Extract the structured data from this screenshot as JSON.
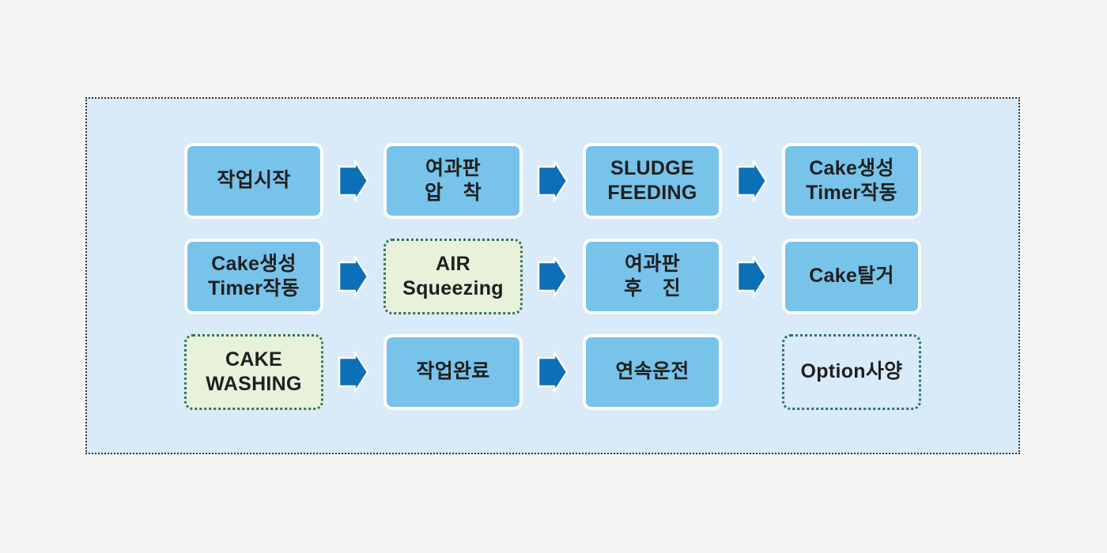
{
  "diagram": {
    "rows": [
      {
        "boxes": [
          {
            "label": "작업시작",
            "style": "blue"
          },
          {
            "label": "여과판\n압　착",
            "style": "blue"
          },
          {
            "label": "SLUDGE\nFEEDING",
            "style": "blue"
          },
          {
            "label": "Cake생성\nTimer작동",
            "style": "blue"
          }
        ],
        "arrows": [
          true,
          true,
          true
        ]
      },
      {
        "boxes": [
          {
            "label": "Cake생성\nTimer작동",
            "style": "blue"
          },
          {
            "label": "AIR\nSqueezing",
            "style": "green"
          },
          {
            "label": "여과판\n후　진",
            "style": "blue"
          },
          {
            "label": "Cake탈거",
            "style": "blue"
          }
        ],
        "arrows": [
          true,
          true,
          true
        ]
      },
      {
        "boxes": [
          {
            "label": "CAKE\nWASHING",
            "style": "green"
          },
          {
            "label": "작업완료",
            "style": "blue"
          },
          {
            "label": "연속운전",
            "style": "blue"
          },
          {
            "label": "Option사양",
            "style": "outline"
          }
        ],
        "arrows": [
          true,
          true,
          false
        ]
      }
    ]
  },
  "colors": {
    "page_bg": "#f5f5f4",
    "panel_bg": "#d9eaf8",
    "panel_border": "#2d3840",
    "box_blue_fill": "#77c3ea",
    "box_white_outline": "#ffffff",
    "arrow_blue": "#0c70b8",
    "option_green_fill": "#e8f1da",
    "option_green_border": "#2e7464",
    "text": "#1f1f1f"
  }
}
